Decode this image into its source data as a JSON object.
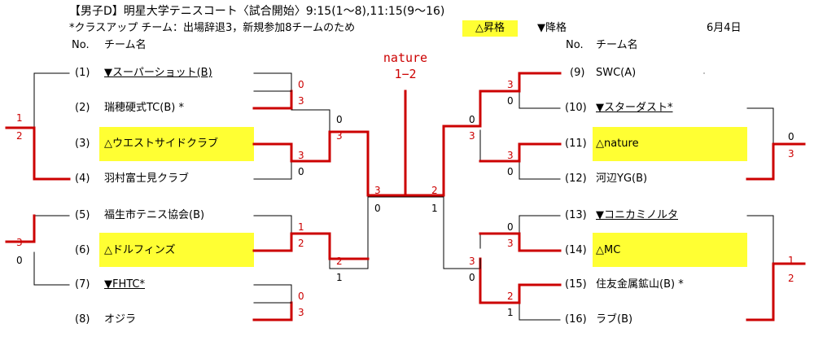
{
  "header": {
    "line1": "【男子D】明星大学テニスコート〈試合開始〉9:15(1〜8),11:15(9〜16)",
    "line2": "*クラスアップ チーム：出場辞退3，新規参加8チームのため",
    "promote": "△昇格",
    "relegate": "▼降格",
    "date": "6月4日"
  },
  "columns": {
    "no": "No.",
    "team": "チーム名"
  },
  "center": {
    "name": "nature",
    "score": "1−2"
  },
  "left": [
    {
      "no": "(1)",
      "name": "▼スーパーショット(B)"
    },
    {
      "no": "(2)",
      "name": "瑞穂硬式TC(B) *"
    },
    {
      "no": "(3)",
      "name": "△ウエストサイドクラブ"
    },
    {
      "no": "(4)",
      "name": "羽村富士見クラブ"
    },
    {
      "no": "(5)",
      "name": "福生市テニス協会(B)"
    },
    {
      "no": "(6)",
      "name": "△ドルフィンズ"
    },
    {
      "no": "(7)",
      "name": "▼FHTC*"
    },
    {
      "no": "(8)",
      "name": "オジラ"
    }
  ],
  "right": [
    {
      "no": "(9)",
      "name": "SWC(A)"
    },
    {
      "no": "(10)",
      "name": "▼スターダスト*"
    },
    {
      "no": "(11)",
      "name": "△nature"
    },
    {
      "no": "(12)",
      "name": "河辺YG(B)"
    },
    {
      "no": "(13)",
      "name": "▼コニカミノルタ"
    },
    {
      "no": "(14)",
      "name": "△MC"
    },
    {
      "no": "(15)",
      "name": "住友金属鉱山(B) *"
    },
    {
      "no": "(16)",
      "name": "ラブ(B)"
    }
  ],
  "scores": {
    "r1_12": [
      "0",
      "3"
    ],
    "r1_34": [
      "3",
      "0"
    ],
    "r1_56": [
      "1",
      "2"
    ],
    "r1_78": [
      "0",
      "3"
    ],
    "r2_L1": [
      "0",
      "3"
    ],
    "r2_L2": [
      "2",
      "1"
    ],
    "sf_L": [
      "3",
      "0"
    ],
    "r1_910": [
      "3",
      "0"
    ],
    "r1_1112": [
      "3",
      "0"
    ],
    "r1_1314": [
      "0",
      "3"
    ],
    "r1_1516": [
      "2",
      "1"
    ],
    "r2_R1": [
      "0",
      "3"
    ],
    "r2_R2": [
      "3",
      "0"
    ],
    "sf_R": [
      "2",
      "1"
    ],
    "po_L1": [
      "1",
      "2"
    ],
    "po_L2": [
      "3",
      "0"
    ],
    "po_R1": [
      "0",
      "3"
    ],
    "po_R2": [
      "1",
      "2"
    ]
  },
  "colors": {
    "win_line": "#cc0000",
    "line": "#000000",
    "highlight": "#ffff33"
  }
}
